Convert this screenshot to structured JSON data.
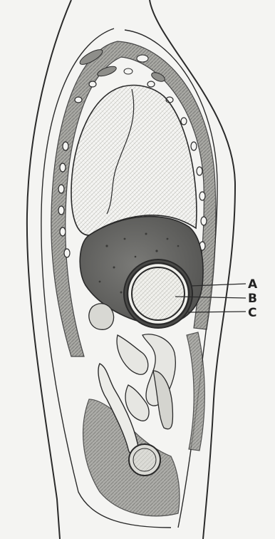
{
  "figure": {
    "labels": {
      "a": "A",
      "b": "B",
      "c": "C"
    }
  },
  "colors": {
    "background": "#f4f4f2",
    "ink": "#2a2a2a",
    "lung_fill": "#e2e2dd",
    "liver_fill": "#6a6a68",
    "muscle_fill": "#8a8a86",
    "cyst_fill": "#e6e6e2"
  }
}
